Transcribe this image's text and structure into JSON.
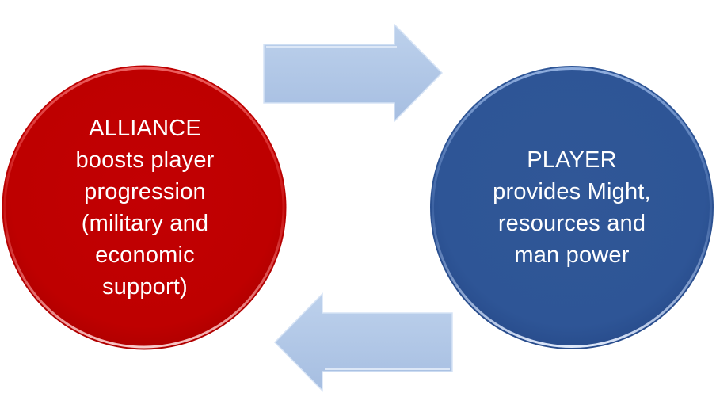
{
  "diagram": {
    "type": "cycle",
    "nodes": [
      {
        "id": "alliance",
        "color": "#C00000",
        "lines": [
          "ALLIANCE",
          "boosts player",
          "progression",
          "(military and",
          "economic",
          "support)"
        ]
      },
      {
        "id": "player",
        "color": "#2F5597",
        "lines": [
          "PLAYER",
          "provides Might,",
          "resources and",
          "man power"
        ]
      }
    ],
    "edges": [
      {
        "from": "alliance",
        "to": "player",
        "direction": "right"
      },
      {
        "from": "player",
        "to": "alliance",
        "direction": "left"
      }
    ],
    "arrow_color_top": "#BDD1EC",
    "arrow_color_bottom": "#A6BEE1"
  }
}
